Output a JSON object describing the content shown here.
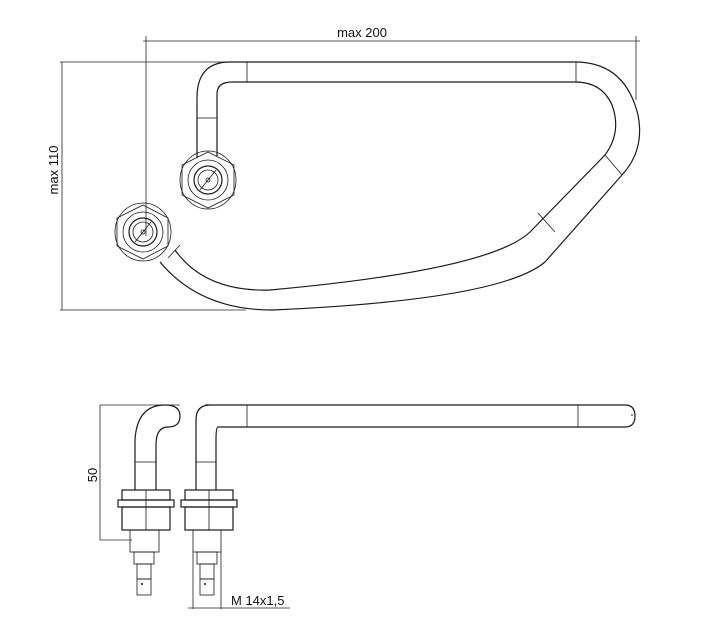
{
  "drawing": {
    "top_view": {
      "width_dimension": "max 200",
      "height_dimension": "max 110"
    },
    "side_view": {
      "height_dimension": "50",
      "thread_dimension": "M 14x1,5"
    },
    "line_color": "#1a1a1a"
  }
}
